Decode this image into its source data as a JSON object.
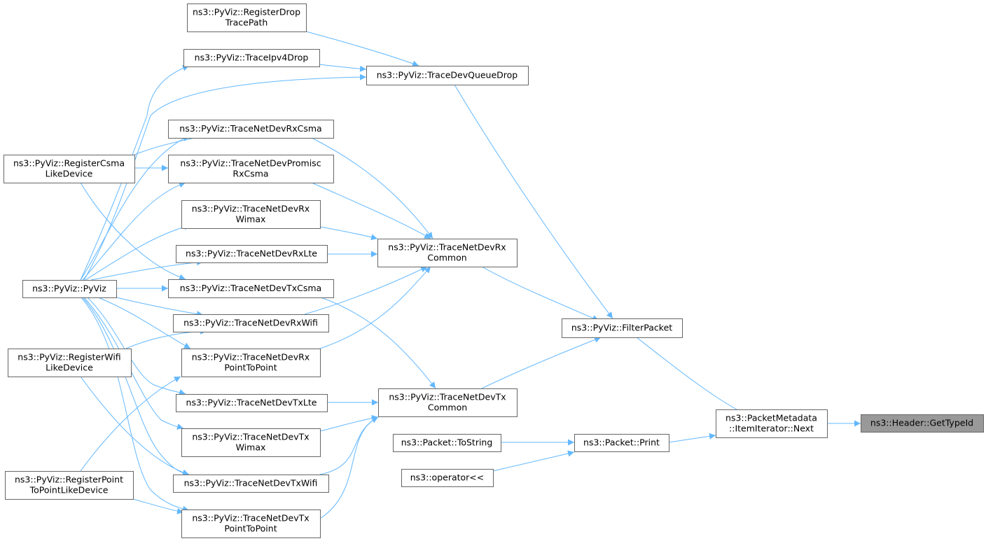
{
  "colors": {
    "edge": "#63b8ff",
    "node_border": "#666666",
    "node_fill": "#ffffff",
    "highlight_fill": "#999999"
  },
  "nodes": [
    {
      "id": "gettypeid",
      "lines": [
        "ns3::Header::GetTypeId"
      ],
      "highlight": true
    },
    {
      "id": "next",
      "lines": [
        "ns3::PacketMetadata",
        "::ItemIterator::Next"
      ]
    },
    {
      "id": "filterpacket",
      "lines": [
        "ns3::PyViz::FilterPacket"
      ]
    },
    {
      "id": "print",
      "lines": [
        "ns3::Packet::Print"
      ]
    },
    {
      "id": "tostring",
      "lines": [
        "ns3::Packet::ToString"
      ]
    },
    {
      "id": "operator",
      "lines": [
        "ns3::operator<<"
      ]
    },
    {
      "id": "queuedrop",
      "lines": [
        "ns3::PyViz::TraceDevQueueDrop"
      ]
    },
    {
      "id": "rxcommon",
      "lines": [
        "ns3::PyViz::TraceNetDevRx",
        "Common"
      ]
    },
    {
      "id": "txcommon",
      "lines": [
        "ns3::PyViz::TraceNetDevTx",
        "Common"
      ]
    },
    {
      "id": "registerdrop",
      "lines": [
        "ns3::PyViz::RegisterDrop",
        "TracePath"
      ]
    },
    {
      "id": "ipv4drop",
      "lines": [
        "ns3::PyViz::TraceIpv4Drop"
      ]
    },
    {
      "id": "rxcsma",
      "lines": [
        "ns3::PyViz::TraceNetDevRxCsma"
      ]
    },
    {
      "id": "promisc",
      "lines": [
        "ns3::PyViz::TraceNetDevPromisc",
        "RxCsma"
      ]
    },
    {
      "id": "rxwimax",
      "lines": [
        "ns3::PyViz::TraceNetDevRx",
        "Wimax"
      ]
    },
    {
      "id": "rxlte",
      "lines": [
        "ns3::PyViz::TraceNetDevRxLte"
      ]
    },
    {
      "id": "txcsma",
      "lines": [
        "ns3::PyViz::TraceNetDevTxCsma"
      ]
    },
    {
      "id": "rxwifi",
      "lines": [
        "ns3::PyViz::TraceNetDevRxWifi"
      ]
    },
    {
      "id": "rxp2p",
      "lines": [
        "ns3::PyViz::TraceNetDevRx",
        "PointToPoint"
      ]
    },
    {
      "id": "txlte",
      "lines": [
        "ns3::PyViz::TraceNetDevTxLte"
      ]
    },
    {
      "id": "txwimax",
      "lines": [
        "ns3::PyViz::TraceNetDevTx",
        "Wimax"
      ]
    },
    {
      "id": "txwifi",
      "lines": [
        "ns3::PyViz::TraceNetDevTxWifi"
      ]
    },
    {
      "id": "txp2p",
      "lines": [
        "ns3::PyViz::TraceNetDevTx",
        "PointToPoint"
      ]
    },
    {
      "id": "regcsma",
      "lines": [
        "ns3::PyViz::RegisterCsma",
        "LikeDevice"
      ]
    },
    {
      "id": "pyviz",
      "lines": [
        "ns3::PyViz::PyViz"
      ]
    },
    {
      "id": "regwifi",
      "lines": [
        "ns3::PyViz::RegisterWifi",
        "LikeDevice"
      ]
    },
    {
      "id": "regp2p",
      "lines": [
        "ns3::PyViz::RegisterPoint",
        "ToPointLikeDevice"
      ]
    }
  ],
  "edges": [
    {
      "from": "next",
      "to": "gettypeid"
    },
    {
      "from": "filterpacket",
      "to": "next"
    },
    {
      "from": "print",
      "to": "next"
    },
    {
      "from": "tostring",
      "to": "print"
    },
    {
      "from": "operator",
      "to": "print"
    },
    {
      "from": "queuedrop",
      "to": "filterpacket"
    },
    {
      "from": "rxcommon",
      "to": "filterpacket"
    },
    {
      "from": "txcommon",
      "to": "filterpacket"
    },
    {
      "from": "registerdrop",
      "to": "queuedrop"
    },
    {
      "from": "ipv4drop",
      "to": "queuedrop"
    },
    {
      "from": "pyviz",
      "to": "queuedrop"
    },
    {
      "from": "rxcsma",
      "to": "rxcommon"
    },
    {
      "from": "promisc",
      "to": "rxcommon"
    },
    {
      "from": "rxwimax",
      "to": "rxcommon"
    },
    {
      "from": "rxlte",
      "to": "rxcommon"
    },
    {
      "from": "rxwifi",
      "to": "rxcommon"
    },
    {
      "from": "rxp2p",
      "to": "rxcommon"
    },
    {
      "from": "txcsma",
      "to": "txcommon"
    },
    {
      "from": "txlte",
      "to": "txcommon"
    },
    {
      "from": "txwimax",
      "to": "txcommon"
    },
    {
      "from": "txwifi",
      "to": "txcommon"
    },
    {
      "from": "txp2p",
      "to": "txcommon"
    },
    {
      "from": "regcsma",
      "to": "rxcsma"
    },
    {
      "from": "regcsma",
      "to": "promisc"
    },
    {
      "from": "regcsma",
      "to": "txcsma"
    },
    {
      "from": "pyviz",
      "to": "ipv4drop"
    },
    {
      "from": "pyviz",
      "to": "rxcsma"
    },
    {
      "from": "pyviz",
      "to": "promisc"
    },
    {
      "from": "pyviz",
      "to": "rxwimax"
    },
    {
      "from": "pyviz",
      "to": "rxlte"
    },
    {
      "from": "pyviz",
      "to": "txcsma"
    },
    {
      "from": "pyviz",
      "to": "rxwifi"
    },
    {
      "from": "pyviz",
      "to": "rxp2p"
    },
    {
      "from": "pyviz",
      "to": "txlte"
    },
    {
      "from": "pyviz",
      "to": "txwimax"
    },
    {
      "from": "pyviz",
      "to": "txwifi"
    },
    {
      "from": "pyviz",
      "to": "txp2p"
    },
    {
      "from": "regwifi",
      "to": "rxwifi"
    },
    {
      "from": "regwifi",
      "to": "txwifi"
    },
    {
      "from": "regp2p",
      "to": "rxp2p"
    },
    {
      "from": "regp2p",
      "to": "txp2p"
    }
  ]
}
